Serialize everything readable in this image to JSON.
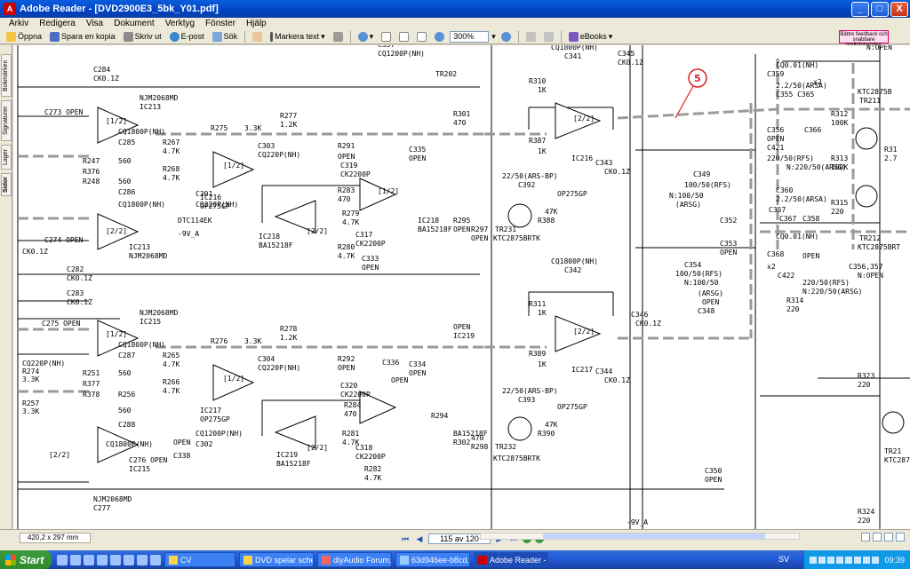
{
  "window": {
    "title": "Adobe Reader - [DVD2900E3_5bk_Y01.pdf]",
    "minimize": "_",
    "maximize": "□",
    "close": "X"
  },
  "menu": [
    "Arkiv",
    "Redigera",
    "Visa",
    "Dokument",
    "Verktyg",
    "Fönster",
    "Hjälp"
  ],
  "toolbar": {
    "open": "Öppna",
    "save_copy": "Spara en kopia",
    "print": "Skriv ut",
    "email": "E-post",
    "search": "Sök",
    "select_text": "Markera text",
    "zoom": "300%",
    "ebooks": "eBooks",
    "feedback": "Bättre feedback och snabbare godkännanden"
  },
  "sidetabs": [
    "Bokmärken",
    "Signaturer",
    "Lager",
    "Sidor"
  ],
  "status": {
    "page_size": "420,2 x 297 mm",
    "page_indicator": "115 av 120"
  },
  "taskbar": {
    "start": "Start",
    "items": [
      "CV",
      "DVD spelar sche...",
      "diyAudio Forum...",
      "63d946ee-b8cd...",
      "Adobe Reader - ..."
    ],
    "language": "SV",
    "clock": "09:39"
  },
  "schematic": {
    "callout": "5",
    "top_left": [
      "C284",
      "CK0.1Z",
      "NJM2068MD",
      "IC213",
      "C273 OPEN",
      "[1/2]",
      "CQ1800P(NH)",
      "C285",
      "R267",
      "4.7K",
      "R247",
      "560",
      "R376",
      "R268",
      "4.7K",
      "R248",
      "560",
      "C286",
      "CQ1800P(NH)",
      "[2/2]",
      "C274 OPEN",
      "IC213",
      "NJM2068MD",
      "C282",
      "CK0.1Z"
    ],
    "top_mid": [
      "R275",
      "3.3K",
      "C303",
      "CQ220P(NH)",
      "[1/2]",
      "IC216",
      "OP275GP",
      "R277",
      "1.2K",
      "R291",
      "OPEN",
      "C319",
      "CK2200P",
      "R283",
      "470",
      "R279",
      "4.7K",
      "C317",
      "CK2200P",
      "[2/2]",
      "IC218",
      "BA15218F",
      "R280",
      "4.7K",
      "C333",
      "OPEN",
      "C335",
      "OPEN",
      "[1/2]",
      "IC218",
      "BA15218F",
      "R301",
      "470",
      "R295",
      "OPEN",
      "R297",
      "OPEN",
      "C337",
      "CQ1200P(NH)",
      "TR202",
      "DTC114EK",
      "-9V_A",
      "C301",
      "CQ220P(NH)",
      "R257",
      "3.3K"
    ],
    "top_right": [
      "CQ1800P(NH)",
      "C341",
      "R310",
      "1K",
      "[2/2]",
      "IC216",
      "OP275GP",
      "C345",
      "CK0.1Z",
      "C343",
      "CK0.1Z",
      "R387",
      "1K",
      "22/50(ARS-BP)",
      "C392",
      "TR231",
      "KTC2875BRTK",
      "R388",
      "47K",
      "C349",
      "100/50(RFS)",
      "N:100/50",
      "(ARSG)",
      "C352",
      "C353",
      "OPEN",
      "C354",
      "100/50(RFS)",
      "N:100/50",
      "(ARSG)",
      "OPEN",
      "C348"
    ],
    "far_right": [
      "CQ0.01(NH)",
      "C359",
      "x2",
      "2.2/50(ARSA)",
      "C355 C365",
      "C356",
      "C366",
      "OPEN",
      "C421",
      "220/50(RFS)",
      "N:220/50(ARSG)",
      "CQ0.01(NH)",
      "C360",
      "2.2/50(ARSA)",
      "C357",
      "C367",
      "C358",
      "C368",
      "OPEN",
      "x2",
      "C422",
      "220/50(RFS)",
      "N:220/50(ARSG)",
      "R314",
      "220",
      "R312",
      "100K",
      "R313",
      "100K",
      "R315",
      "220",
      "KTC2875B",
      "TR211",
      "TR212",
      "KTC2875BRT",
      "C356,357",
      "N:OPEN",
      "R323",
      "220",
      "R324",
      "220",
      "TR21",
      "KTC287",
      "N:OPEN",
      "R31",
      "2.7"
    ],
    "bottom_left": [
      "C283",
      "CK0.1Z",
      "NJM2068MD",
      "IC215",
      "C275 OPEN",
      "[1/2]",
      "CQ1800P(NH)",
      "C287",
      "R265",
      "4.7K",
      "R251",
      "560",
      "R377",
      "R266",
      "4.7K",
      "R378",
      "R256",
      "560",
      "C288",
      "CQ1800P(NH)",
      "[2/2]",
      "C276 OPEN",
      "IC215",
      "NJM2068MD",
      "C277",
      "CK0.1Z"
    ],
    "bottom_mid": [
      "R276",
      "3.3K",
      "C304",
      "CQ220P(NH)",
      "[1/2]",
      "IC217",
      "OP275GP",
      "R278",
      "1.2K",
      "R292",
      "OPEN",
      "C320",
      "CK2200P",
      "R284",
      "470",
      "R281",
      "4.7K",
      "C318",
      "CK2200P",
      "[2/2]",
      "IC219",
      "BA15218F",
      "R282",
      "4.7K",
      "C334",
      "OPEN",
      "C336",
      "OPEN",
      "R294",
      "OPEN",
      "IC219",
      "BA15218F",
      "R302",
      "470",
      "R298",
      "OPEN",
      "C338",
      "CQ1200P(NH)",
      "C302",
      "CQ220P(NH)",
      "R274",
      "3.3K"
    ],
    "bottom_right": [
      "CQ1800P(NH)",
      "C342",
      "R311",
      "1K",
      "[2/2]",
      "IC217",
      "OP275GP",
      "C346",
      "CK0.1Z",
      "C344",
      "CK0.1Z",
      "R389",
      "1K",
      "22/50(ARS-BP)",
      "C393",
      "TR232",
      "KTC2875BRTK",
      "R390",
      "47K",
      "C350",
      "OPEN",
      "-9V_A"
    ]
  }
}
